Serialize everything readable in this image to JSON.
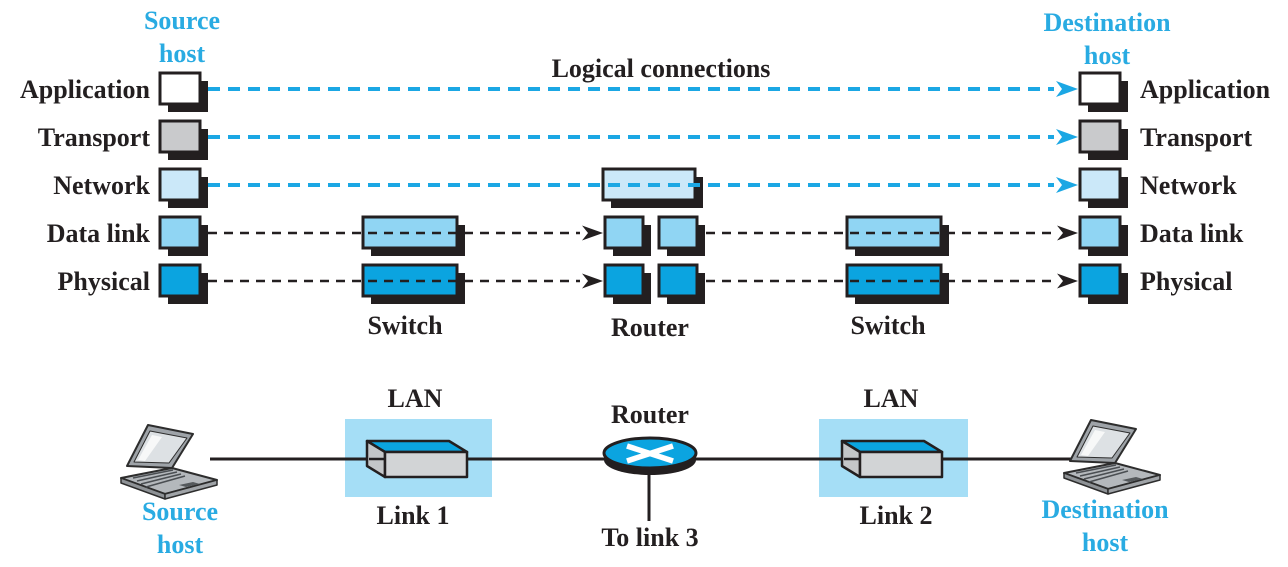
{
  "palette": {
    "cyan_text": "#29ABE2",
    "dash_cyan": "#1BA7E4",
    "ink_black": "#231F20",
    "box_application": "#FFFFFF",
    "box_transport": "#C9CACC",
    "box_network": "#CBE8F9",
    "box_datalink": "#90D5F3",
    "box_physical": "#0BA4E0",
    "lan_background": "#A5DEF6",
    "device_gray": "#D2D4D6"
  },
  "top_diagram": {
    "title": "Logical connections",
    "source_host": "Source host",
    "destination_host": "Destination host",
    "layers": [
      "Application",
      "Transport",
      "Network",
      "Data link",
      "Physical"
    ],
    "switch_left": "Switch",
    "router": "Router",
    "switch_right": "Switch"
  },
  "bottom_diagram": {
    "source_host": "Source host",
    "destination_host": "Destination host",
    "lan_left": "LAN",
    "lan_right": "LAN",
    "router": "Router",
    "link1": "Link 1",
    "link2": "Link 2",
    "to_link3": "To link 3"
  }
}
